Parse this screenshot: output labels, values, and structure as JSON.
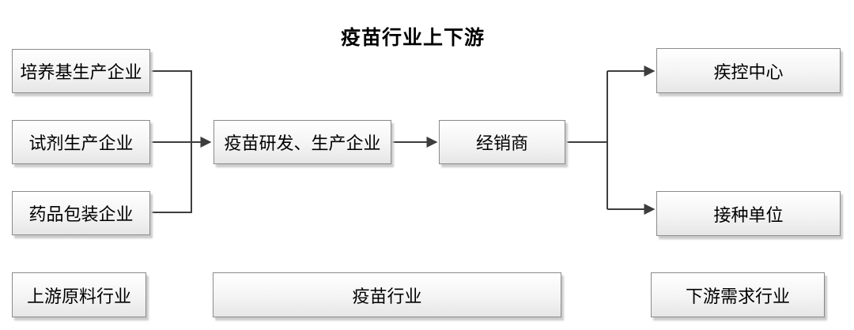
{
  "title": "疫苗行业上下游",
  "upstream": {
    "nodes": [
      {
        "label": "培养基生产企业"
      },
      {
        "label": "试剂生产企业"
      },
      {
        "label": "药品包装企业"
      }
    ],
    "category_label": "上游原料行业"
  },
  "midstream": {
    "producer_label": "疫苗研发、生产企业",
    "distributor_label": "经销商",
    "category_label": "疫苗行业"
  },
  "downstream": {
    "nodes": [
      {
        "label": "疾控中心"
      },
      {
        "label": "接种单位"
      }
    ],
    "category_label": "下游需求行业"
  },
  "colors": {
    "connector": "#3d3d3d",
    "box_border": "#8a8a8a",
    "box_fill_top": "#ffffff",
    "box_fill_bottom": "#e6e6e6",
    "box_shadow": "#cccccc",
    "background": "#ffffff",
    "text": "#000000"
  }
}
